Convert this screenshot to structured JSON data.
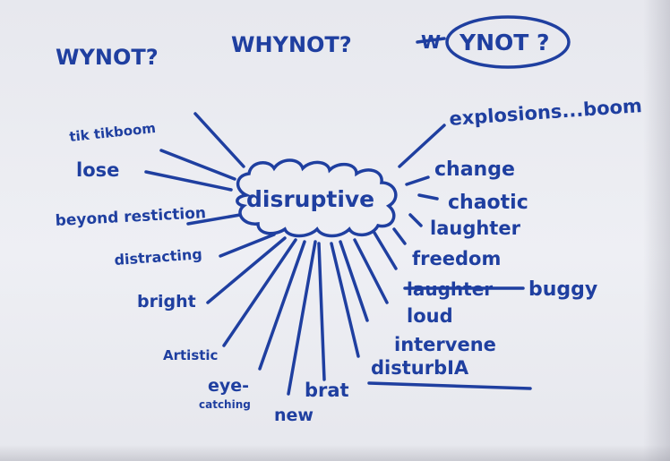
{
  "header": {
    "word1": "WYNOT?",
    "word2": "WHYNOT?",
    "crossed_letters": "W",
    "word3": "YNOT ?"
  },
  "center": {
    "label": "disruptive"
  },
  "left_words": {
    "w1": "tik tikboom",
    "w2": "lose",
    "w3": "beyond restiction",
    "w4": "distracting",
    "w5": "bright",
    "w6": "Artistic",
    "w7a": "eye-",
    "w7b": "catching"
  },
  "bottom_words": {
    "w8": "new",
    "w9": "brat"
  },
  "right_words": {
    "w10": "explosions...boom",
    "w11": "change",
    "w12": "chaotic",
    "w13": "laughter",
    "w14": "freedom",
    "w15_crossed": "laughter",
    "w15": "buggy",
    "w16": "loud",
    "w17": "intervene",
    "w18": "disturbIA"
  },
  "colors": {
    "ink": "#1f3fa0",
    "paper": "#eceef3"
  }
}
